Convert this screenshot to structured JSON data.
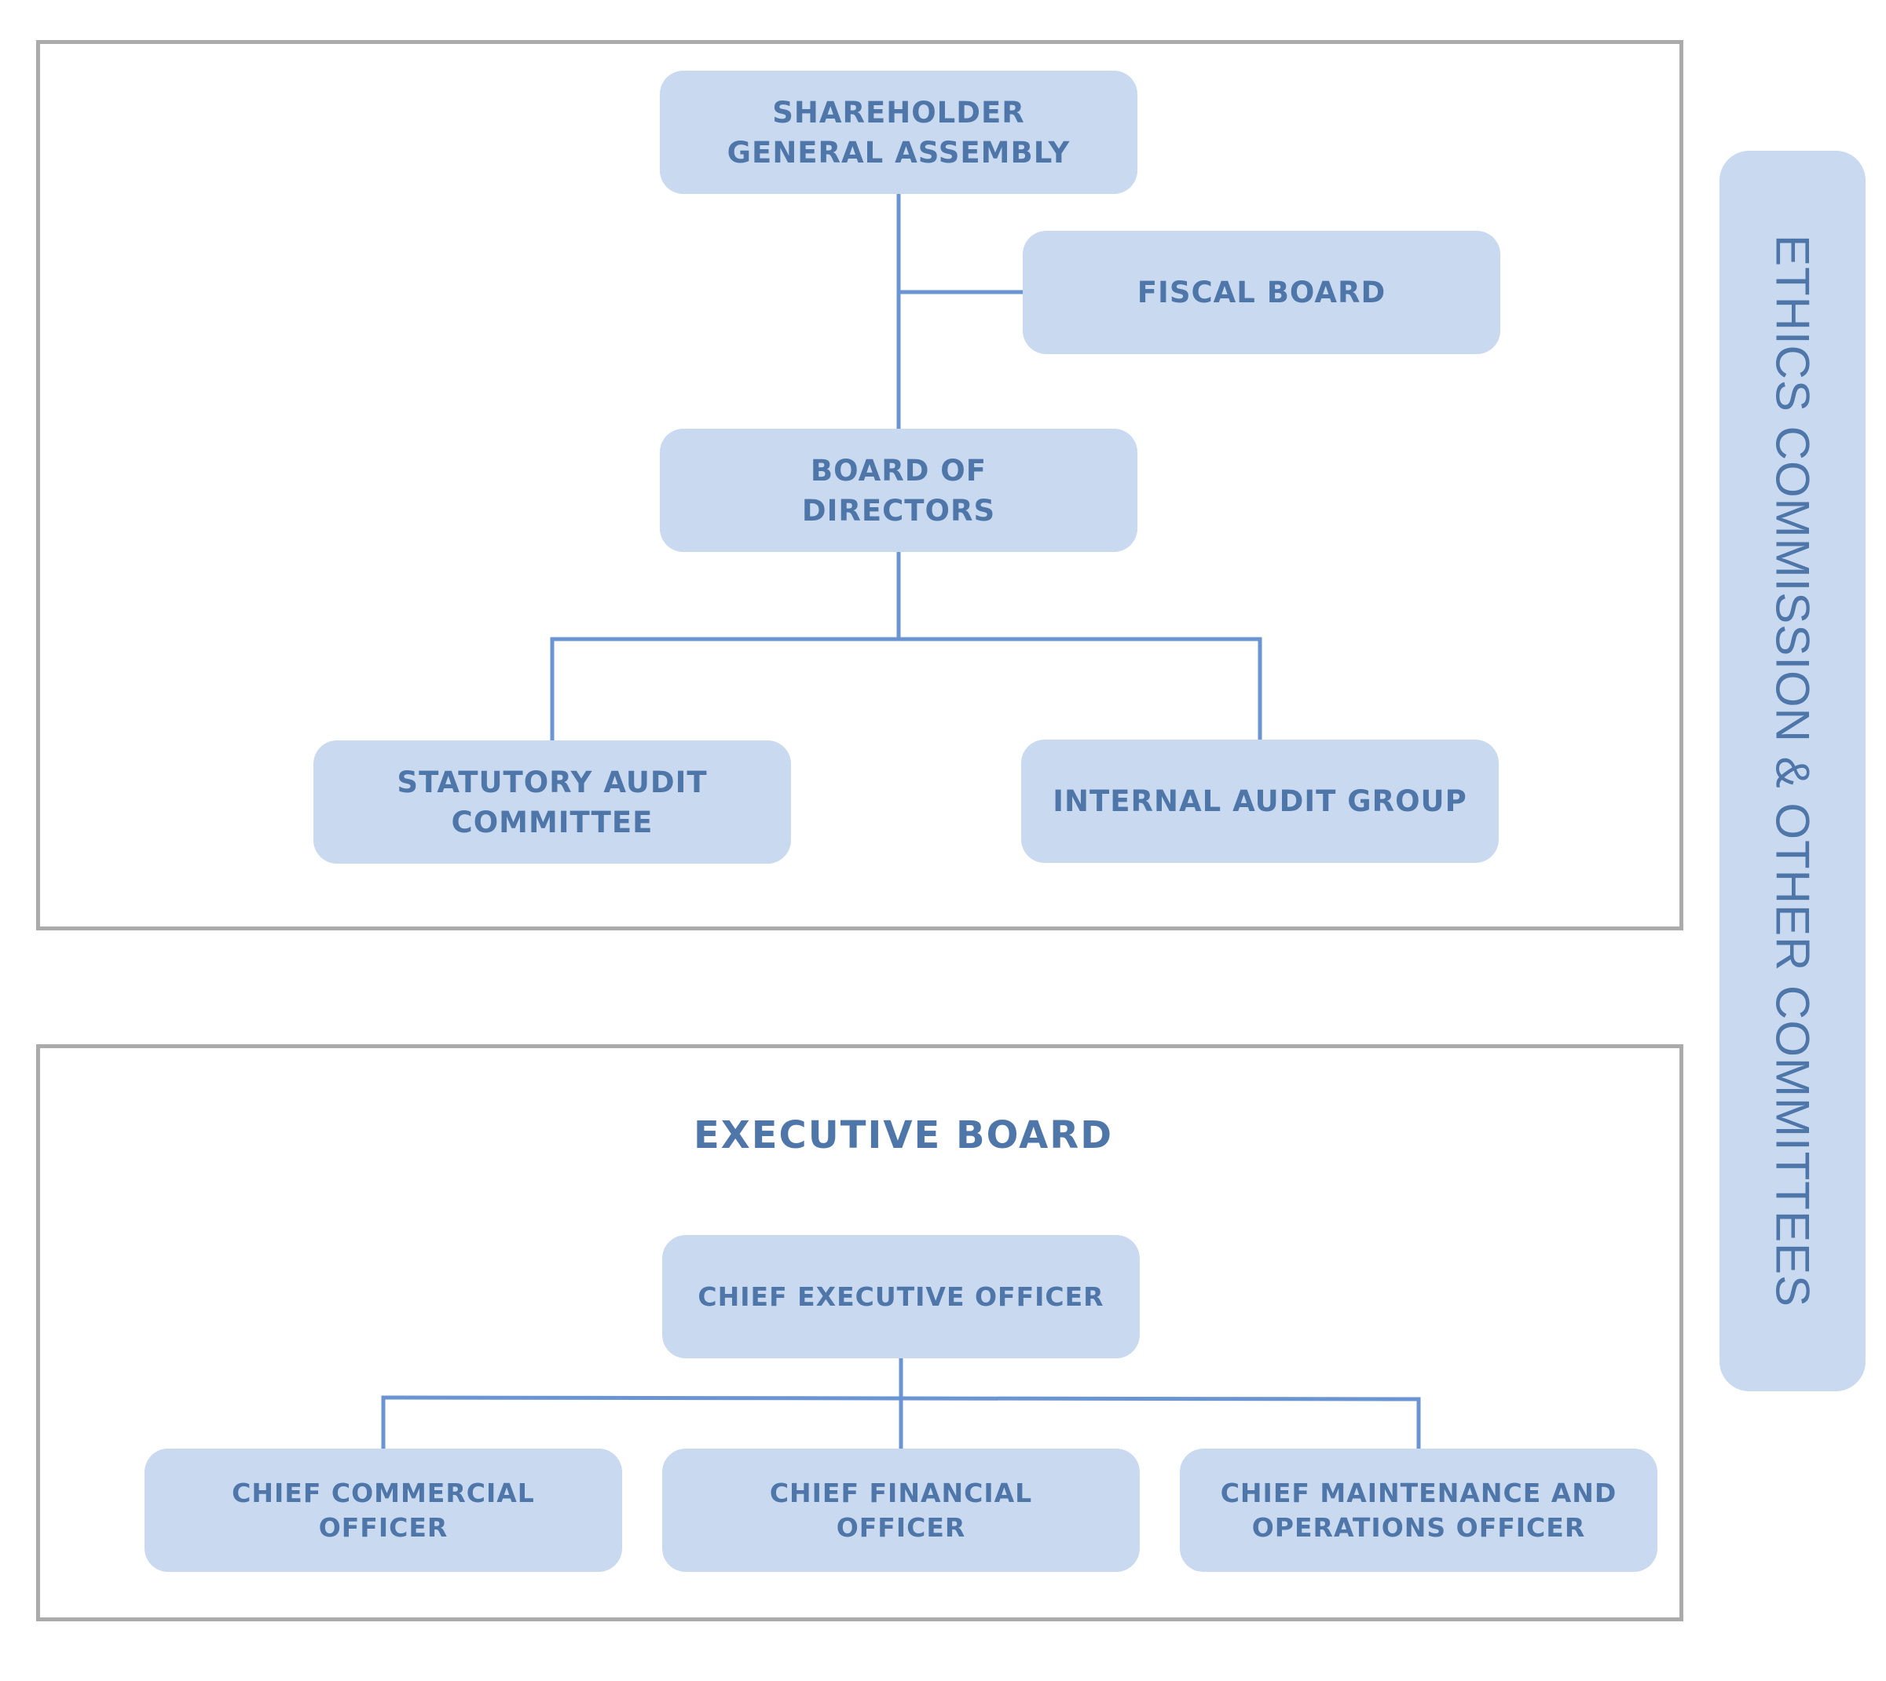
{
  "colors": {
    "node_fill": "#c8d9f0",
    "text": "#4e76a8",
    "connector": "#6a95d2",
    "frame_border": "#ababab"
  },
  "governance": {
    "shareholder": "SHAREHOLDER\nGENERAL ASSEMBLY",
    "fiscal_board": "FISCAL BOARD",
    "board_of_directors": "BOARD OF\nDIRECTORS",
    "statutory_audit": "STATUTORY AUDIT\nCOMMITTEE",
    "internal_audit": "INTERNAL AUDIT GROUP"
  },
  "executive": {
    "title": "EXECUTIVE BOARD",
    "ceo": "CHIEF EXECUTIVE OFFICER",
    "cco": "CHIEF COMMERCIAL\nOFFICER",
    "cfo": "CHIEF FINANCIAL\nOFFICER",
    "cmo": "CHIEF MAINTENANCE AND\nOPERATIONS OFFICER"
  },
  "side_panel": {
    "label": "ETHICS COMMISSION & OTHER COMMITTEES"
  }
}
